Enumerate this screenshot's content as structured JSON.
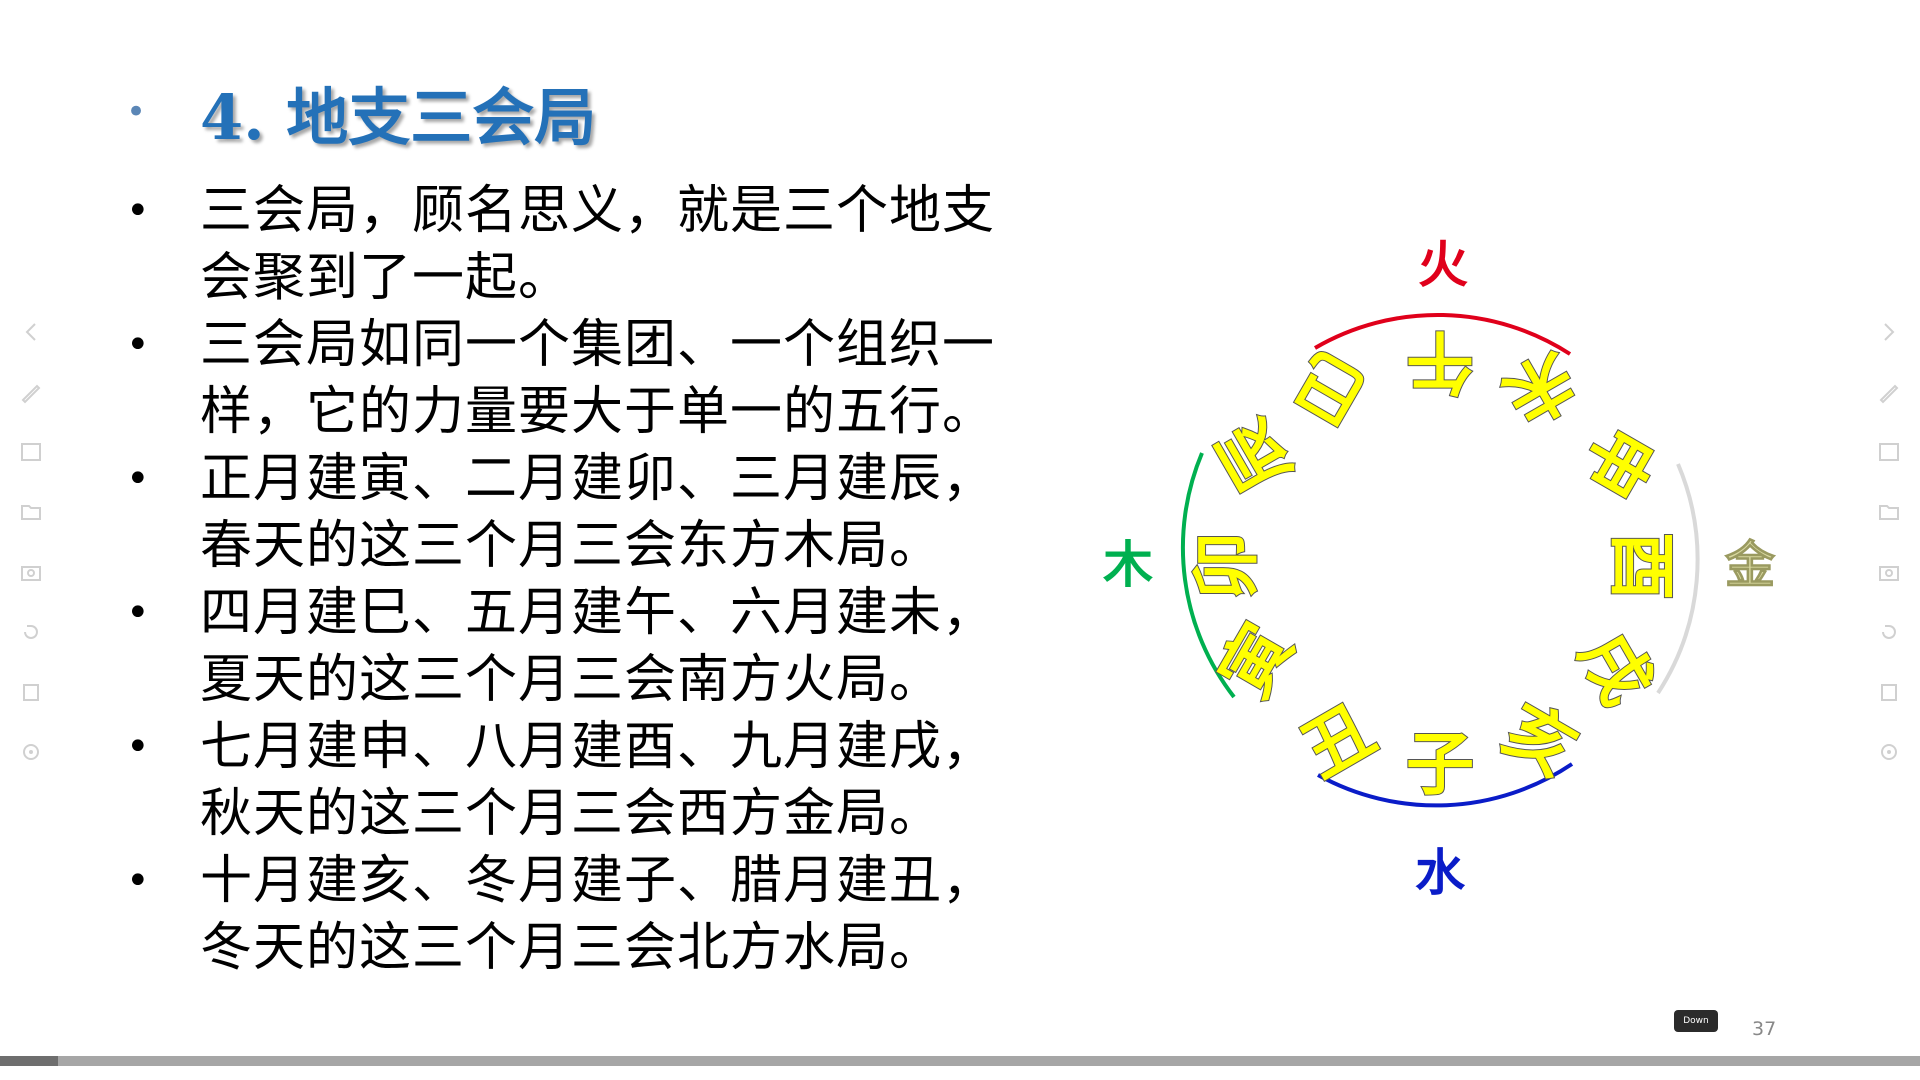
{
  "slide": {
    "title_bullet": "•",
    "title": "4. 地支三会局",
    "bullets": [
      {
        "lines": [
          "三会局，顾名思义，就是三个地支",
          "会聚到了一起。"
        ]
      },
      {
        "lines": [
          "三会局如同一个集团、一个组织一",
          "样，它的力量要大于单一的五行。"
        ]
      },
      {
        "lines": [
          "正月建寅、二月建卯、三月建辰，",
          "春天的这三个月三会东方木局。"
        ]
      },
      {
        "lines": [
          "四月建巳、五月建午、六月建未，",
          "夏天的这三个月三会南方火局。"
        ]
      },
      {
        "lines": [
          "七月建申、八月建酉、九月建戌，",
          "秋天的这三个月三会西方金局。"
        ]
      },
      {
        "lines": [
          "十月建亥、冬月建子、腊月建丑，",
          "冬天的这三个月三会北方水局。"
        ]
      }
    ],
    "bullet_char": "•"
  },
  "diagram": {
    "elements": {
      "fire": {
        "label": "火",
        "color": "#e0001b"
      },
      "wood": {
        "label": "木",
        "color": "#00b050"
      },
      "metal": {
        "label": "金",
        "color": "#d9d9a0"
      },
      "water": {
        "label": "水",
        "color": "#0a1cc8"
      }
    },
    "branches": {
      "si": "巳",
      "wu": "午",
      "wei": "未",
      "shen": "申",
      "you": "酉",
      "xu": "戌",
      "hai": "亥",
      "zi": "子",
      "chou": "丑",
      "yin": "寅",
      "mao": "卯",
      "chen": "辰"
    },
    "branch_color": "#ffff00",
    "arc_colors": {
      "fire": "#e0001b",
      "metal": "#d9d9d9",
      "water": "#0a1cc8",
      "wood": "#00b050"
    }
  },
  "footer": {
    "down_label": "Down",
    "page_number": "37"
  }
}
